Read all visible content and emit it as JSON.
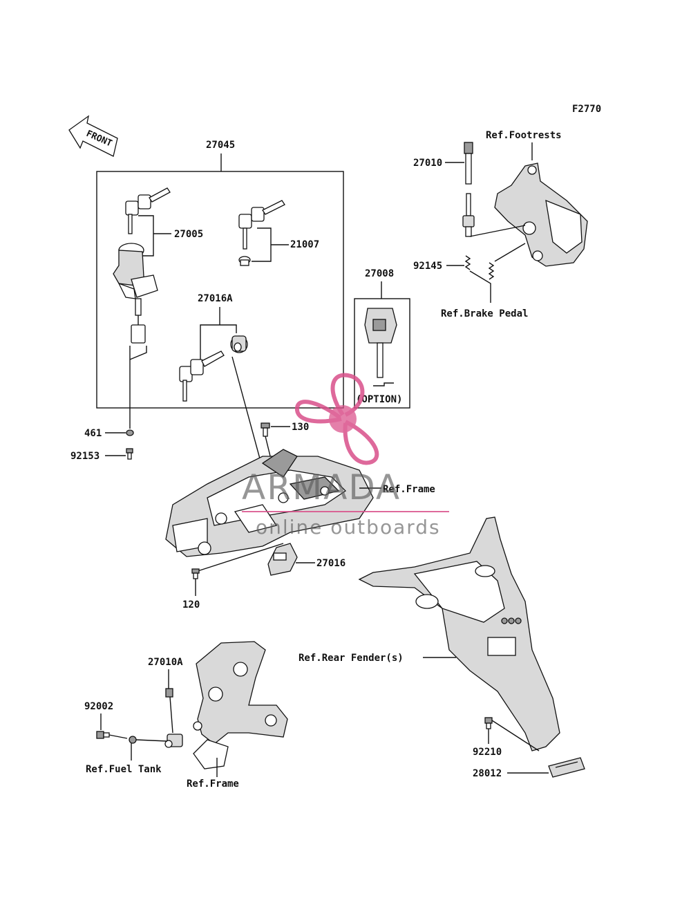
{
  "diagram_code": "F2770",
  "front_arrow": "FRONT",
  "parts": {
    "p27045": "27045",
    "p27005": "27005",
    "p21007": "21007",
    "p27016A": "27016A",
    "p27008": "27008",
    "option": "(OPTION)",
    "p461": "461",
    "p92153": "92153",
    "p130": "130",
    "p27016": "27016",
    "p120": "120",
    "p27010": "27010",
    "p92145": "92145",
    "p27010A": "27010A",
    "p92002": "92002",
    "p92210": "92210",
    "p28012": "28012"
  },
  "refs": {
    "footrests": "Ref.Footrests",
    "brake_pedal": "Ref.Brake Pedal",
    "frame_top": "Ref.Frame",
    "rear_fender": "Ref.Rear Fender(s)",
    "fuel_tank": "Ref.Fuel Tank",
    "frame_bottom": "Ref.Frame"
  },
  "watermark": {
    "brand": "ARMADA",
    "tagline": "online outboards",
    "accent_color": "#d9508a"
  }
}
